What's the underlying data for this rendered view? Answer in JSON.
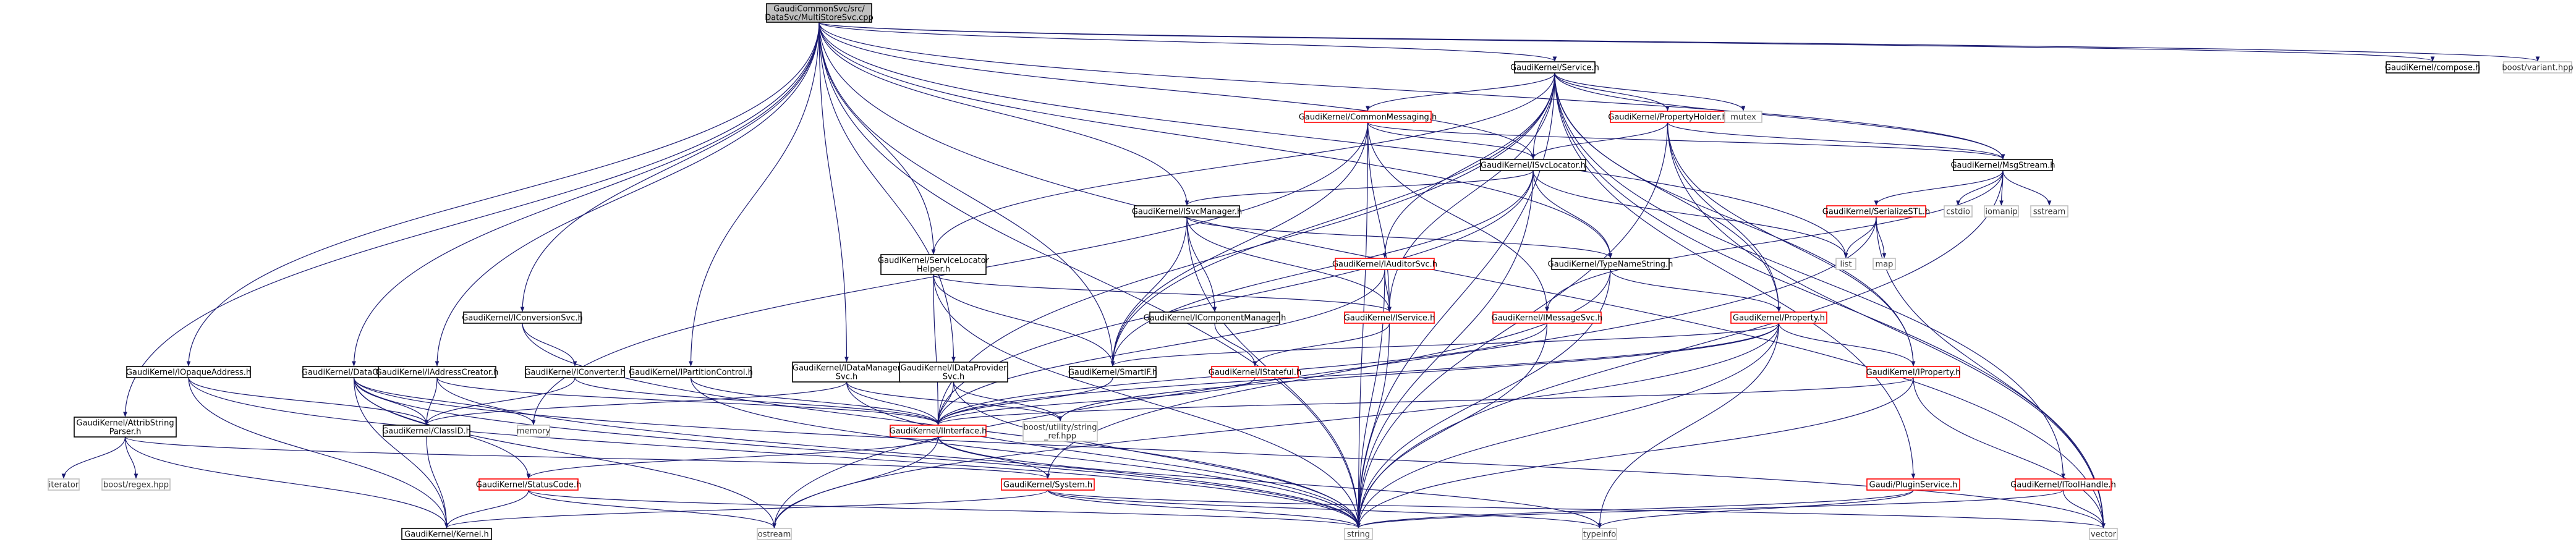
{
  "graph": {
    "root": "GaudiCommonSvc/src/DataSvc/MultiStoreSvc.cpp",
    "nodes": [
      {
        "id": "root",
        "lines": [
          "GaudiCommonSvc/src/",
          "DataSvc/MultiStoreSvc.cpp"
        ],
        "style": "root"
      },
      {
        "id": "service",
        "lines": [
          "GaudiKernel/Service.h"
        ],
        "style": "box"
      },
      {
        "id": "compose",
        "lines": [
          "GaudiKernel/compose.h"
        ],
        "style": "box"
      },
      {
        "id": "variant",
        "lines": [
          "boost/variant.hpp"
        ],
        "style": "plain"
      },
      {
        "id": "commonmsg",
        "lines": [
          "GaudiKernel/CommonMessaging.h"
        ],
        "style": "red"
      },
      {
        "id": "propholder",
        "lines": [
          "GaudiKernel/PropertyHolder.h"
        ],
        "style": "red"
      },
      {
        "id": "mutex",
        "lines": [
          "mutex"
        ],
        "style": "plain"
      },
      {
        "id": "isvcloc",
        "lines": [
          "GaudiKernel/ISvcLocator.h"
        ],
        "style": "box"
      },
      {
        "id": "msgstream",
        "lines": [
          "GaudiKernel/MsgStream.h"
        ],
        "style": "box"
      },
      {
        "id": "isvcmgr",
        "lines": [
          "GaudiKernel/ISvcManager.h"
        ],
        "style": "box"
      },
      {
        "id": "serialize",
        "lines": [
          "GaudiKernel/SerializeSTL.h"
        ],
        "style": "red"
      },
      {
        "id": "cstdio",
        "lines": [
          "cstdio"
        ],
        "style": "plain"
      },
      {
        "id": "iomanip",
        "lines": [
          "iomanip"
        ],
        "style": "plain"
      },
      {
        "id": "sstream",
        "lines": [
          "sstream"
        ],
        "style": "plain"
      },
      {
        "id": "svclochelper",
        "lines": [
          "GaudiKernel/ServiceLocator",
          "Helper.h"
        ],
        "style": "box"
      },
      {
        "id": "iauditorsvc",
        "lines": [
          "GaudiKernel/IAuditorSvc.h"
        ],
        "style": "red"
      },
      {
        "id": "typenamestr",
        "lines": [
          "GaudiKernel/TypeNameString.h"
        ],
        "style": "box"
      },
      {
        "id": "list",
        "lines": [
          "list"
        ],
        "style": "plain"
      },
      {
        "id": "map",
        "lines": [
          "map"
        ],
        "style": "plain"
      },
      {
        "id": "iconvsvc",
        "lines": [
          "GaudiKernel/IConversionSvc.h"
        ],
        "style": "box"
      },
      {
        "id": "icompmgr",
        "lines": [
          "GaudiKernel/IComponentManager.h"
        ],
        "style": "box"
      },
      {
        "id": "iservice",
        "lines": [
          "GaudiKernel/IService.h"
        ],
        "style": "red"
      },
      {
        "id": "imsgsvc",
        "lines": [
          "GaudiKernel/IMessageSvc.h"
        ],
        "style": "red"
      },
      {
        "id": "property",
        "lines": [
          "GaudiKernel/Property.h"
        ],
        "style": "red"
      },
      {
        "id": "iopaque",
        "lines": [
          "GaudiKernel/IOpaqueAddress.h"
        ],
        "style": "box"
      },
      {
        "id": "dataobject",
        "lines": [
          "GaudiKernel/DataObject.h"
        ],
        "style": "box"
      },
      {
        "id": "iaddrcreator",
        "lines": [
          "GaudiKernel/IAddressCreator.h"
        ],
        "style": "box"
      },
      {
        "id": "iconverter",
        "lines": [
          "GaudiKernel/IConverter.h"
        ],
        "style": "box"
      },
      {
        "id": "ipartition",
        "lines": [
          "GaudiKernel/IPartitionControl.h"
        ],
        "style": "box"
      },
      {
        "id": "idatamgr",
        "lines": [
          "GaudiKernel/IDataManager",
          "Svc.h"
        ],
        "style": "box"
      },
      {
        "id": "idataprov",
        "lines": [
          "GaudiKernel/IDataProvider",
          "Svc.h"
        ],
        "style": "box"
      },
      {
        "id": "smartif",
        "lines": [
          "GaudiKernel/SmartIF.h"
        ],
        "style": "box"
      },
      {
        "id": "istateful",
        "lines": [
          "GaudiKernel/IStateful.h"
        ],
        "style": "red"
      },
      {
        "id": "iproperty",
        "lines": [
          "GaudiKernel/IProperty.h"
        ],
        "style": "red"
      },
      {
        "id": "attribstr",
        "lines": [
          "GaudiKernel/AttribString",
          "Parser.h"
        ],
        "style": "box"
      },
      {
        "id": "classid",
        "lines": [
          "GaudiKernel/ClassID.h"
        ],
        "style": "box"
      },
      {
        "id": "memory",
        "lines": [
          "memory"
        ],
        "style": "plain"
      },
      {
        "id": "iinterface",
        "lines": [
          "GaudiKernel/IInterface.h"
        ],
        "style": "red"
      },
      {
        "id": "tostring",
        "lines": [
          "boost/utility/string",
          "_ref.hpp"
        ],
        "style": "plain"
      },
      {
        "id": "iterator",
        "lines": [
          "iterator"
        ],
        "style": "plain"
      },
      {
        "id": "regex",
        "lines": [
          "boost/regex.hpp"
        ],
        "style": "plain"
      },
      {
        "id": "statuscode",
        "lines": [
          "GaudiKernel/StatusCode.h"
        ],
        "style": "red"
      },
      {
        "id": "system",
        "lines": [
          "GaudiKernel/System.h"
        ],
        "style": "red"
      },
      {
        "id": "pluginsvc",
        "lines": [
          "Gaudi/PluginService.h"
        ],
        "style": "red"
      },
      {
        "id": "itoolhandle",
        "lines": [
          "GaudiKernel/IToolHandle.h"
        ],
        "style": "red"
      },
      {
        "id": "kernel",
        "lines": [
          "GaudiKernel/Kernel.h"
        ],
        "style": "box"
      },
      {
        "id": "ostream",
        "lines": [
          "ostream"
        ],
        "style": "plain"
      },
      {
        "id": "string",
        "lines": [
          "string"
        ],
        "style": "plain"
      },
      {
        "id": "typeinfo",
        "lines": [
          "typeinfo"
        ],
        "style": "plain"
      },
      {
        "id": "vector",
        "lines": [
          "vector"
        ],
        "style": "plain"
      }
    ],
    "colors": {
      "edge": "#191970",
      "box_stroke": "#000000",
      "red_stroke": "#ff0000",
      "plain_stroke": "#bfbfbf",
      "root_fill": "#bfbfbf"
    }
  }
}
